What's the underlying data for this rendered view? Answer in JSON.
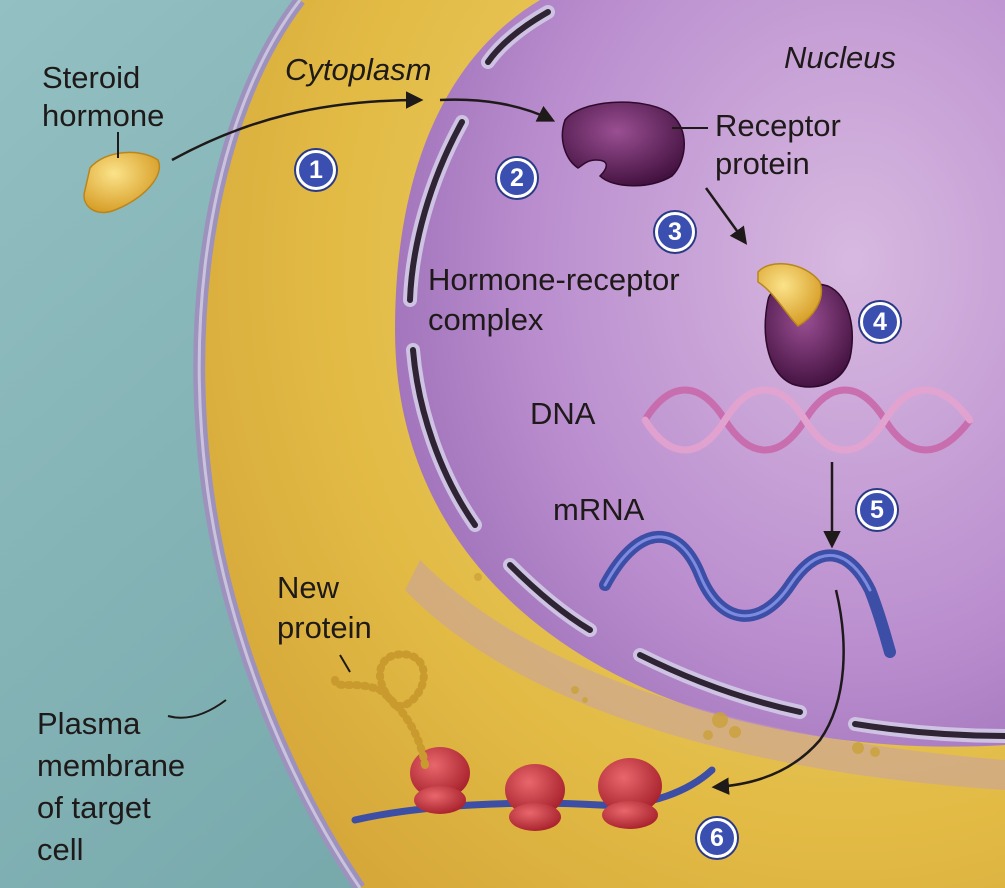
{
  "labels": {
    "steroid_hormone_1": "Steroid",
    "steroid_hormone_2": "hormone",
    "cytoplasm": "Cytoplasm",
    "nucleus": "Nucleus",
    "receptor_protein_1": "Receptor",
    "receptor_protein_2": "protein",
    "hormone_receptor_1": "Hormone-receptor",
    "hormone_receptor_2": "complex",
    "dna": "DNA",
    "mrna": "mRNA",
    "new_protein_1": "New",
    "new_protein_2": "protein",
    "plasma_membrane_1": "Plasma",
    "plasma_membrane_2": "membrane",
    "plasma_membrane_3": "of target",
    "plasma_membrane_4": "cell"
  },
  "steps": [
    "1",
    "2",
    "3",
    "4",
    "5",
    "6"
  ],
  "colors": {
    "extracellular": "#7fb1b4",
    "cytoplasm": "#e4bf4a",
    "plasma_membrane": "#8e82b0",
    "nucleus": "#b98ccf",
    "nuclear_envelope": "#2e2433",
    "receptor": "#5a1f55",
    "hormone": "#e8b53a",
    "dna": "#d27ab4",
    "mrna": "#3c4ea6",
    "ribosome": "#c7333a",
    "protein_chain": "#c99a2e",
    "step_circle": "#3a4fb0"
  }
}
